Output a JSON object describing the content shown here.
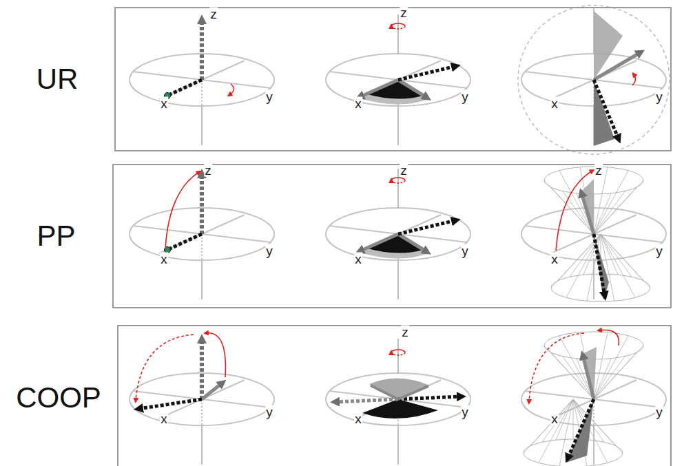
{
  "diagram": {
    "nodes": [
      {
        "text": [
          "UR"
        ]
      },
      {
        "text": [
          "PP"
        ]
      },
      {
        "text": [
          "COOP"
        ]
      }
    ],
    "labels": [
      "z",
      "x",
      "y",
      "z",
      "x",
      "y",
      "x",
      "y",
      "z",
      "x",
      "y",
      "z",
      "x",
      "y",
      "z",
      "x",
      "y",
      "x",
      "y",
      "z",
      "x",
      "y",
      "x",
      "y"
    ]
  }
}
